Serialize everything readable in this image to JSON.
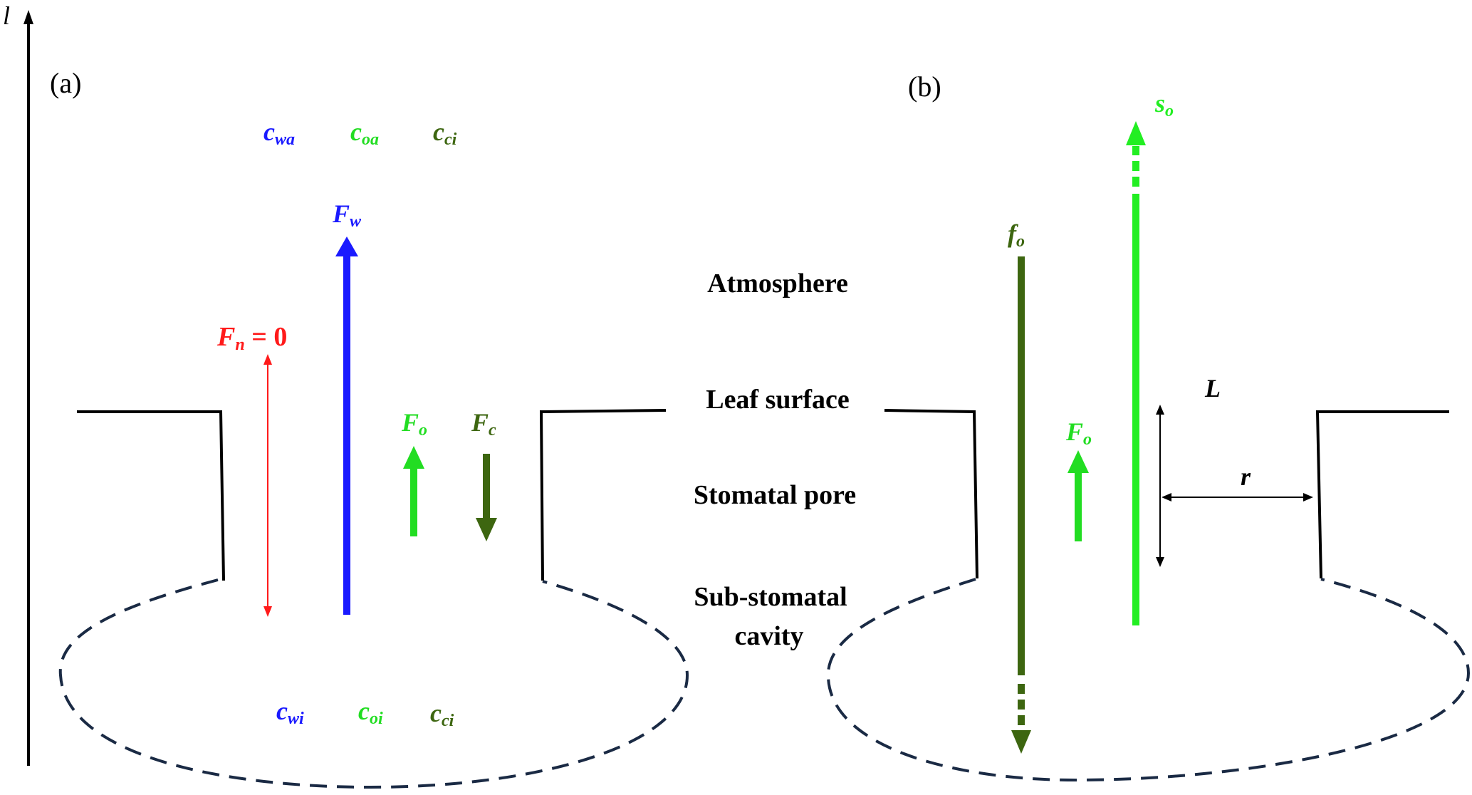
{
  "axis_label": "l",
  "panels": {
    "a": "(a)",
    "b": "(b)"
  },
  "region_labels": {
    "atmosphere": "Atmosphere",
    "leaf_surface": "Leaf surface",
    "stomatal_pore": "Stomatal pore",
    "sub_stomatal_line1": "Sub-stomatal",
    "sub_stomatal_line2": "cavity"
  },
  "panel_a": {
    "top_concentrations": [
      {
        "base": "c",
        "sub": "wa",
        "color": "#1a1aff"
      },
      {
        "base": "c",
        "sub": "oa",
        "color": "#22dd22"
      },
      {
        "base": "c",
        "sub": "ci",
        "color": "#3d6610"
      }
    ],
    "bottom_concentrations": [
      {
        "base": "c",
        "sub": "wi",
        "color": "#1a1aff"
      },
      {
        "base": "c",
        "sub": "oi",
        "color": "#22dd22"
      },
      {
        "base": "c",
        "sub": "ci",
        "color": "#3d6610"
      }
    ],
    "fluxes": {
      "Fw": {
        "base": "F",
        "sub": "w",
        "color": "#1a1aff"
      },
      "Fn": {
        "base": "F",
        "sub": "n",
        "suffix": " = 0",
        "color": "#ff1a1a"
      },
      "Fo": {
        "base": "F",
        "sub": "o",
        "color": "#22dd22"
      },
      "Fc": {
        "base": "F",
        "sub": "c",
        "color": "#3d6610"
      }
    }
  },
  "panel_b": {
    "fluxes": {
      "fo": {
        "base": "f",
        "sub": "o",
        "color": "#3d6610"
      },
      "so": {
        "base": "s",
        "sub": "o",
        "color": "#22ee22"
      },
      "Fo": {
        "base": "F",
        "sub": "o",
        "color": "#22dd22"
      }
    },
    "dimensions": {
      "length": "L",
      "radius": "r"
    }
  },
  "colors": {
    "outline": "#000000",
    "cavity": "#1a2a44",
    "blue": "#1a1aff",
    "red": "#ff1a1a",
    "green": "#22dd22",
    "dark_green": "#3d6610"
  }
}
